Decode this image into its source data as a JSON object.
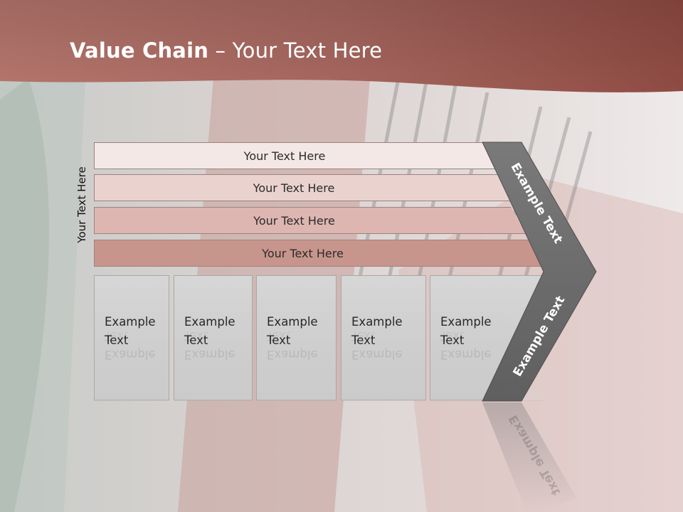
{
  "title": {
    "bold": "Value Chain",
    "rest": " – Your Text Here"
  },
  "side_label": "Your Text Here",
  "bars": [
    {
      "label": "Your Text Here",
      "color": "#f3e8e6"
    },
    {
      "label": "Your Text Here",
      "color": "#ead2cf"
    },
    {
      "label": "Your Text Here",
      "color": "#ddb6b1"
    },
    {
      "label": "Your Text Here",
      "color": "#c8958d"
    }
  ],
  "columns": [
    {
      "line1": "Example",
      "line2": "Text"
    },
    {
      "line1": "Example",
      "line2": "Text"
    },
    {
      "line1": "Example",
      "line2": "Text"
    },
    {
      "line1": "Example",
      "line2": "Text"
    },
    {
      "line1": "Example",
      "line2": "Text"
    }
  ],
  "chevron": {
    "upper": "Example Text",
    "lower": "Example Text",
    "color": "#6f6f6f"
  },
  "colors": {
    "header": "#a85e55",
    "accent": "#c8958d"
  }
}
